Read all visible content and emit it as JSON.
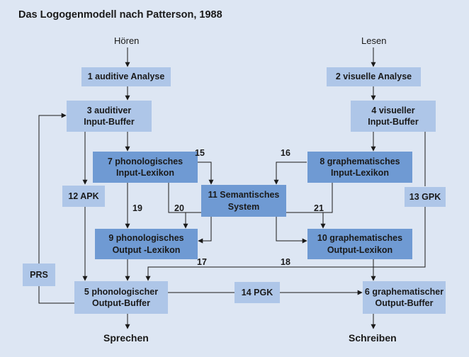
{
  "title": "Das Logogenmodell nach Patterson, 1988",
  "inputs": {
    "hear": "Hören",
    "read": "Lesen"
  },
  "outputs": {
    "speak": "Sprechen",
    "write": "Schreiben"
  },
  "boxes": {
    "auditive_analyse": "1 auditive Analyse",
    "visuelle_analyse": "2  visuelle Analyse",
    "auditiver_buffer_1": "3  auditiver",
    "auditiver_buffer_2": "Input-Buffer",
    "visueller_buffer_1": "4 visueller",
    "visueller_buffer_2": "Input-Buffer",
    "phon_input_1": "7 phonologisches",
    "phon_input_2": "Input-Lexikon",
    "graph_input_1": "8 graphematisches",
    "graph_input_2": "Input-Lexikon",
    "semantic_1": "11 Semantisches",
    "semantic_2": "System",
    "apk": "12 APK",
    "gpk": "13 GPK",
    "phon_output_1": "9 phonologisches",
    "phon_output_2": "Output -Lexikon",
    "graph_output_1": "10 graphematisches",
    "graph_output_2": "Output-Lexikon",
    "prs": "PRS",
    "phon_buffer_1": "5 phonologischer",
    "phon_buffer_2": "Output-Buffer",
    "pgk": "14 PGK",
    "graph_buffer_1": "6 graphematischer",
    "graph_buffer_2": "Output-Buffer"
  },
  "route_labels": [
    "15",
    "16",
    "19",
    "20",
    "21",
    "17",
    "18"
  ]
}
